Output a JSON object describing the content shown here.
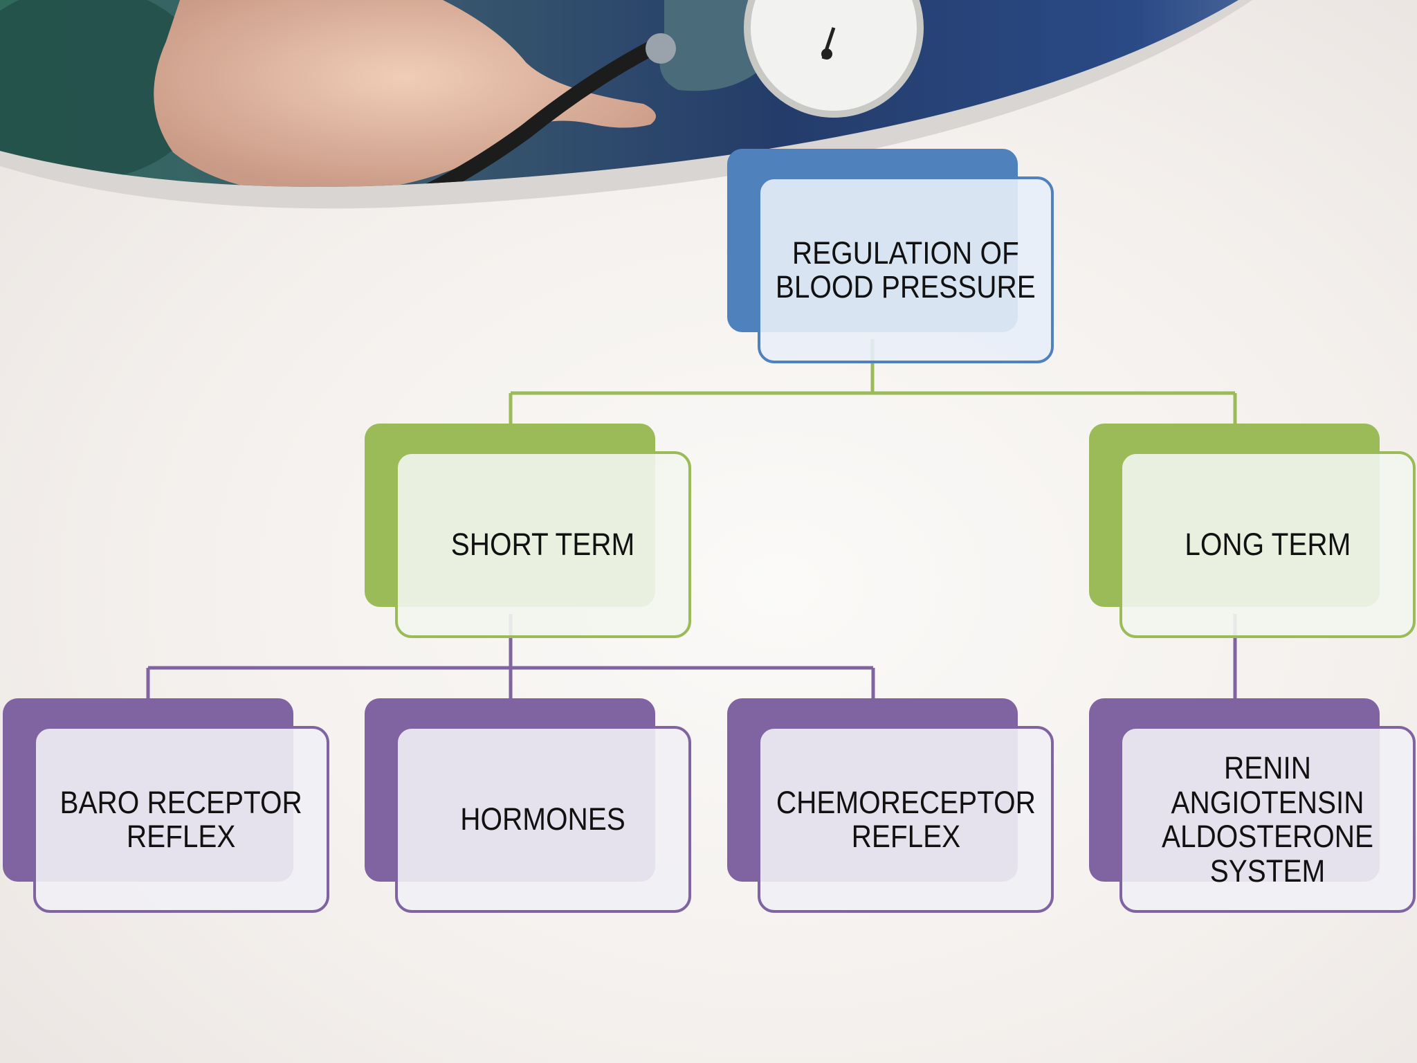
{
  "diagram": {
    "root": {
      "label": "REGULATION OF\nBLOOD PRESSURE",
      "color": "#4f81bd"
    },
    "branches": [
      {
        "label": "SHORT TERM",
        "color": "#9bbb59"
      },
      {
        "label": "LONG TERM",
        "color": "#9bbb59"
      }
    ],
    "leaves": [
      {
        "label": "BARO RECEPTOR\nREFLEX",
        "color": "#8064a2"
      },
      {
        "label": "HORMONES",
        "color": "#8064a2"
      },
      {
        "label": "CHEMORECEPTOR\nREFLEX",
        "color": "#8064a2"
      },
      {
        "label": "RENIN\nANGIOTENSIN\nALDOSTERONE\nSYSTEM",
        "color": "#8064a2"
      }
    ],
    "connector_colors": {
      "level1": "#9bbb59",
      "level2": "#8064a2"
    }
  },
  "header_image": {
    "subject": "blood-pressure-gauge-photo"
  }
}
